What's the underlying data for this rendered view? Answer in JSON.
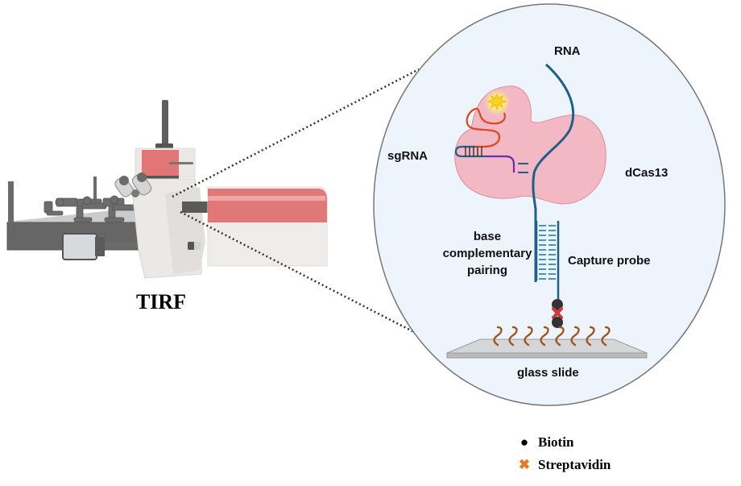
{
  "instrument": {
    "label": "TIRF",
    "name": "TIRF microscope"
  },
  "zoom_panel": {
    "labels": {
      "rna": "RNA",
      "sgrna": "sgRNA",
      "dcas13": "dCas13",
      "base_pairing": [
        "base",
        "complementary",
        "pairing"
      ],
      "capture_probe": "Capture probe",
      "glass_slide": "glass slide"
    },
    "colors": {
      "background": "#edf4fc",
      "border": "#777777",
      "protein": "#f2b8c4",
      "rna_strand": "#1f5f8b",
      "probe": "#1a7fb0",
      "sgrna_loop": "#e0461c",
      "sgrna_tail": "#6a2cb8",
      "fluorophore": "#f9d423",
      "surface_linker": "#a0561e",
      "biotin": "#333333",
      "streptavidin": "#d23a3a"
    }
  },
  "legend": {
    "items": [
      {
        "icon": "biotin-dot-icon",
        "symbol": "●",
        "label": "Biotin",
        "color": "#000000"
      },
      {
        "icon": "streptavidin-x-icon",
        "symbol": "✖",
        "label": "Streptavidin",
        "color": "#e8782a"
      }
    ]
  }
}
